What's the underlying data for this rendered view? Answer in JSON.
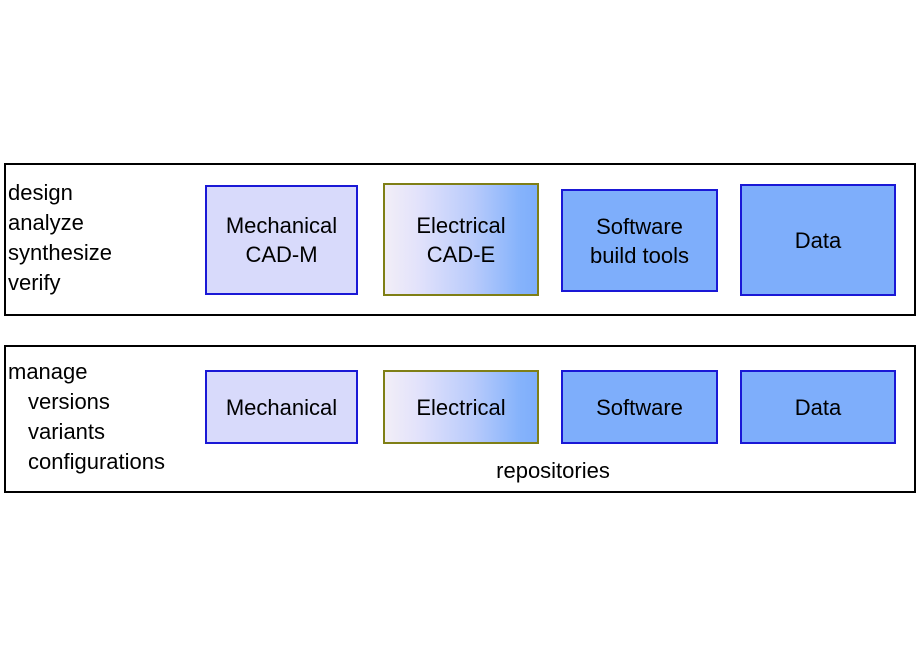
{
  "diagram": {
    "background_color": "#ffffff",
    "rows": [
      {
        "id": "design-row",
        "activities": [
          {
            "text": "design"
          },
          {
            "text": "analyze"
          },
          {
            "text": "synthesize"
          },
          {
            "text": "verify"
          }
        ],
        "boxes": [
          {
            "name": "mechanical",
            "line1": "Mechanical",
            "line2": "CAD-M",
            "fill": "#d8dafb",
            "border": "#1a18d6"
          },
          {
            "name": "electrical",
            "line1": "Electrical",
            "line2": "CAD-E",
            "fill": "gradient-lavender-to-blue",
            "border": "#7f7f16"
          },
          {
            "name": "software",
            "line1": "Software",
            "line2": "build tools",
            "fill": "#7eaefb",
            "border": "#1a18d6"
          },
          {
            "name": "data",
            "line1": "Data",
            "line2": "",
            "fill": "#7eaefb",
            "border": "#1a18d6"
          }
        ]
      },
      {
        "id": "manage-row",
        "activities": [
          {
            "text": "manage"
          },
          {
            "text": "versions"
          },
          {
            "text": "variants"
          },
          {
            "text": "configurations"
          }
        ],
        "boxes": [
          {
            "name": "mechanical",
            "line1": "Mechanical",
            "line2": "",
            "fill": "#d8dafb",
            "border": "#1a18d6"
          },
          {
            "name": "electrical",
            "line1": "Electrical",
            "line2": "",
            "fill": "gradient-lavender-to-blue",
            "border": "#7f7f16"
          },
          {
            "name": "software",
            "line1": "Software",
            "line2": "",
            "fill": "#7eaefb",
            "border": "#1a18d6"
          },
          {
            "name": "data",
            "line1": "Data",
            "line2": "",
            "fill": "#7eaefb",
            "border": "#1a18d6"
          }
        ],
        "caption": "repositories"
      }
    ]
  }
}
